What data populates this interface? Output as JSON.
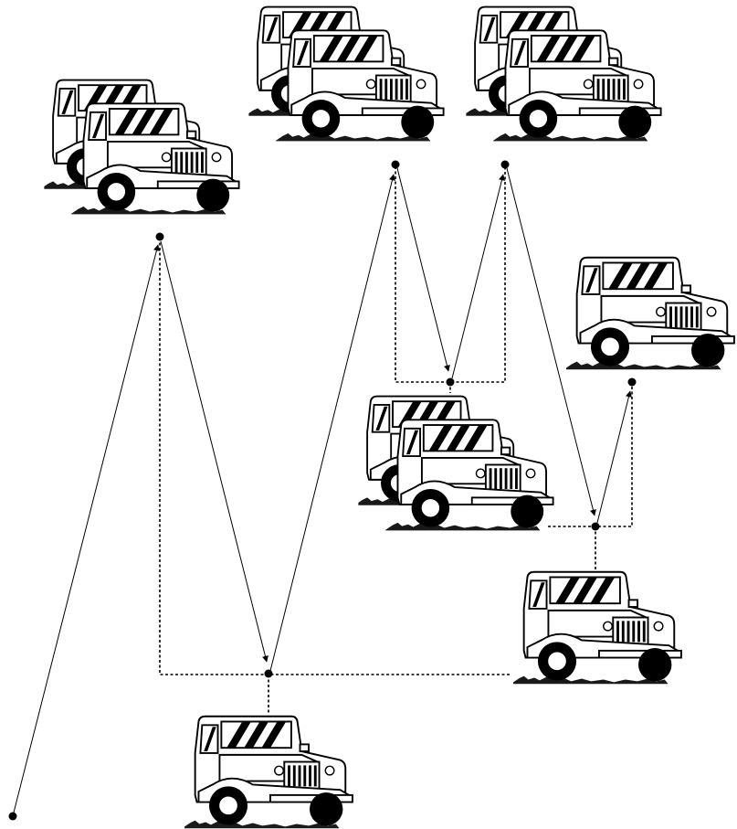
{
  "diagram": {
    "figures": [
      {
        "id": "jeep-single-bottom",
        "kind": "single"
      },
      {
        "id": "jeep-double-left",
        "kind": "double"
      },
      {
        "id": "jeep-double-top-middle",
        "kind": "double"
      },
      {
        "id": "jeep-double-top-right",
        "kind": "double"
      },
      {
        "id": "jeep-single-right",
        "kind": "single"
      },
      {
        "id": "jeep-double-center",
        "kind": "double"
      },
      {
        "id": "jeep-single-lower-right",
        "kind": "single"
      }
    ],
    "icon": "jeep-icon",
    "colors": {
      "ink": "#000000",
      "paper": "#ffffff"
    },
    "line_styles": {
      "trajectory": "solid-arrow",
      "link": "dotted"
    }
  }
}
